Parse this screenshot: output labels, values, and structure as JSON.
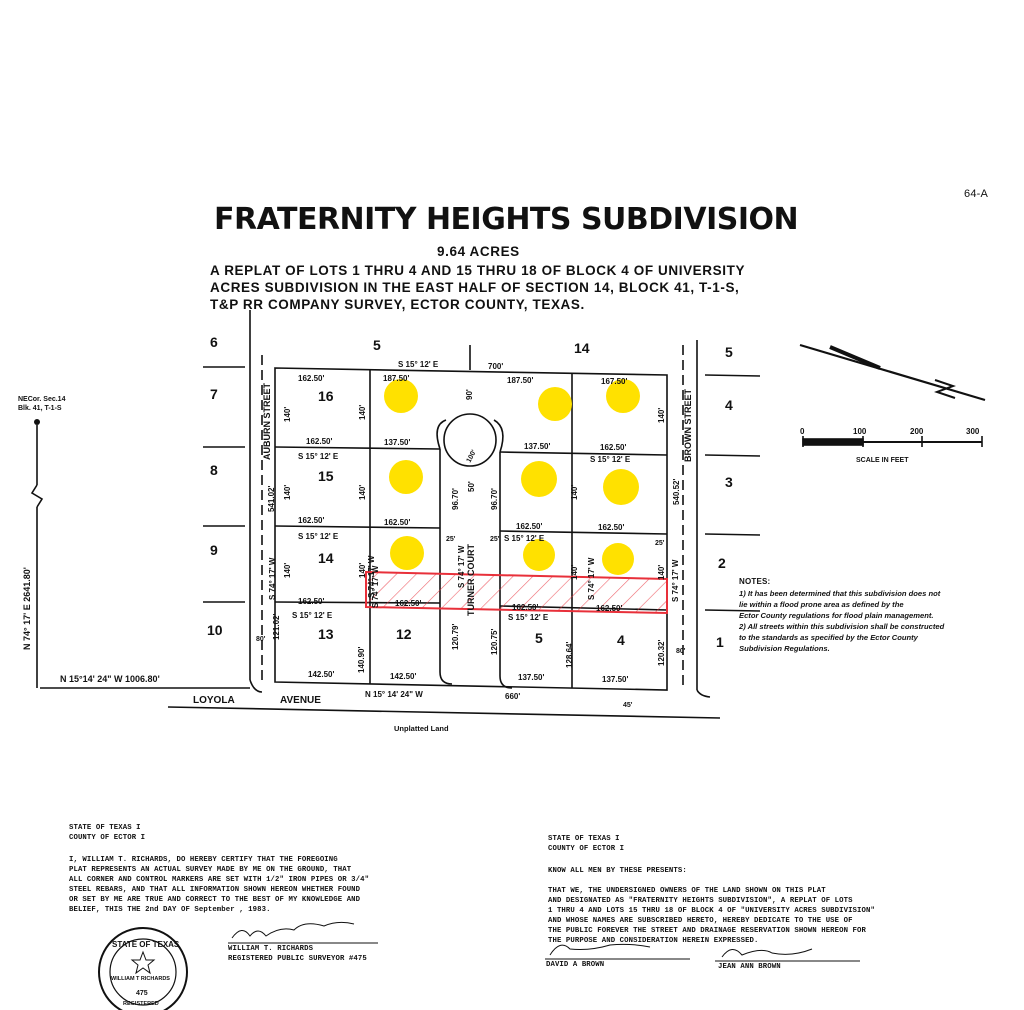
{
  "page_ref": "64-A",
  "title": "FRATERNITY HEIGHTS SUBDIVISION",
  "acres": "9.64 ACRES",
  "subtitle": [
    "A REPLAT OF LOTS  1 THRU 4 AND 15 THRU 18 OF BLOCK 4 OF UNIVERSITY",
    "ACRES SUBDIVISION IN THE EAST HALF OF SECTION 14, BLOCK 41, T-1-S,",
    "T&P RR COMPANY SURVEY, ECTOR COUNTY, TEXAS."
  ],
  "nec_label": [
    "NECor. Sec.14",
    "Blk. 41, T-1-S"
  ],
  "left_bearing": "N 74° 17' E  2641.80'",
  "bottom_bearing": "N 15°14' 24\" W   1006.80'",
  "streets": {
    "auburn": "AUBURN   STREET",
    "brown": "BROWN  STREET",
    "turner": "TURNER  COURT",
    "loyola": "LOYOLA",
    "avenue": "AVENUE",
    "unplatted": "Unplatted Land"
  },
  "outside_lots": {
    "left": [
      "6",
      "7",
      "8",
      "9",
      "10"
    ],
    "right": [
      "5",
      "4",
      "3",
      "2",
      "1"
    ],
    "top": [
      "5",
      "14"
    ]
  },
  "lot_numbers": [
    "16",
    "15",
    "14",
    "13",
    "12",
    "5",
    "4"
  ],
  "dimensions": {
    "top_bearing": "S 15° 12' E",
    "top_length": "700'",
    "bottom_bearing": "N 15° 14' 24\" W",
    "bottom_length": "660'",
    "row_left": "162.50'",
    "d187": "187.50'",
    "d167": "167.50'",
    "d162": "162.50'",
    "d137": "137.50'",
    "d142": "142.50'",
    "d140": "140'",
    "d90": "90'",
    "d96": "96.70'",
    "d50": "50'",
    "d100": "100'",
    "d541": "541.02'",
    "d540": "540.52'",
    "d121": "121.02'",
    "d140_90": "140.90'",
    "d120_79": "120.79'",
    "d120_75": "120.75'",
    "d128_64": "128.64'",
    "d120_32": "120.32'",
    "row_bearing": "S 15° 12' E",
    "side_bearing": "S 74° 17' W",
    "d25": "25'",
    "d80": "80'",
    "d45": "45'"
  },
  "scale": {
    "ticks": [
      "0",
      "100",
      "200",
      "300"
    ],
    "label": "SCALE  IN  FEET"
  },
  "notes": {
    "heading": "NOTES:",
    "items": [
      "1) It has been determined that this subdivision does not",
      "    lie within a flood prone area as defined by the",
      "    Ector County regulations for flood plain management.",
      "2) All streets within this subdivision shall be constructed",
      "    to the standards as specified by the Ector County",
      "    Subdivision Regulations."
    ]
  },
  "surveyor": {
    "state": [
      "STATE OF TEXAS  I",
      "COUNTY OF ECTOR I"
    ],
    "text": [
      "    I, WILLIAM T. RICHARDS, DO HEREBY CERTIFY THAT THE FOREGOING",
      "PLAT REPRESENTS AN ACTUAL SURVEY MADE BY ME ON THE GROUND, THAT",
      "ALL CORNER AND CONTROL MARKERS ARE SET WITH 1/2\" IRON PIPES OR 3/4\"",
      "STEEL REBARS, AND THAT ALL INFORMATION SHOWN HEREON WHETHER FOUND",
      "OR SET BY ME ARE TRUE AND CORRECT TO THE BEST OF MY KNOWLEDGE AND",
      "BELIEF, THIS THE 2nd DAY OF September , 1983."
    ],
    "name": "WILLIAM T. RICHARDS",
    "role": "REGISTERED PUBLIC SURVEYOR #475"
  },
  "seal": {
    "top": "STATE OF TEXAS",
    "name": "WILLIAM T RICHARDS",
    "number": "475",
    "bottom": "REGISTERED"
  },
  "owners": {
    "state": [
      "STATE OF TEXAS  I",
      "COUNTY OF ECTOR I"
    ],
    "know": "KNOW ALL MEN BY THESE PRESENTS:",
    "text": [
      "    THAT WE, THE UNDERSIGNED OWNERS OF THE LAND SHOWN ON THIS PLAT",
      "AND DESIGNATED AS \"FRATERNITY HEIGHTS SUBDIVISION\", A REPLAT OF LOTS",
      "1 THRU 4 AND LOTS 15 THRU 18 OF BLOCK 4 OF \"UNIVERSITY ACRES SUBDIVISION\"",
      "AND WHOSE NAMES ARE SUBSCRIBED HERETO, HEREBY DEDICATE TO THE USE OF",
      "THE PUBLIC FOREVER THE STREET AND DRAINAGE RESERVATION SHOWN HEREON FOR",
      "THE PURPOSE AND CONSIDERATION HEREIN EXPRESSED."
    ],
    "sig1": "DAVID A BROWN",
    "sig2": "JEAN ANN BROWN"
  },
  "colors": {
    "marker": "#ffe100",
    "highlight": "#e8303a",
    "ink": "#111111"
  }
}
